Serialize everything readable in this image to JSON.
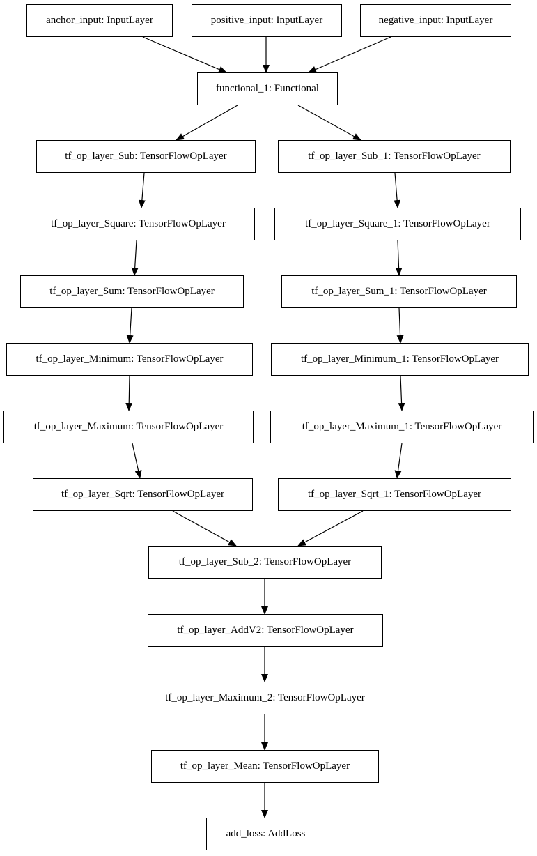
{
  "colors": {
    "background": "#ffffff",
    "stroke": "#000000",
    "text": "#000000"
  },
  "nodes": [
    {
      "id": "anchor_input",
      "label": "anchor_input: InputLayer"
    },
    {
      "id": "positive_input",
      "label": "positive_input: InputLayer"
    },
    {
      "id": "negative_input",
      "label": "negative_input: InputLayer"
    },
    {
      "id": "functional_1",
      "label": "functional_1: Functional"
    },
    {
      "id": "sub",
      "label": "tf_op_layer_Sub: TensorFlowOpLayer"
    },
    {
      "id": "sub_1",
      "label": "tf_op_layer_Sub_1: TensorFlowOpLayer"
    },
    {
      "id": "square",
      "label": "tf_op_layer_Square: TensorFlowOpLayer"
    },
    {
      "id": "square_1",
      "label": "tf_op_layer_Square_1: TensorFlowOpLayer"
    },
    {
      "id": "sum",
      "label": "tf_op_layer_Sum: TensorFlowOpLayer"
    },
    {
      "id": "sum_1",
      "label": "tf_op_layer_Sum_1: TensorFlowOpLayer"
    },
    {
      "id": "minimum",
      "label": "tf_op_layer_Minimum: TensorFlowOpLayer"
    },
    {
      "id": "minimum_1",
      "label": "tf_op_layer_Minimum_1: TensorFlowOpLayer"
    },
    {
      "id": "maximum",
      "label": "tf_op_layer_Maximum: TensorFlowOpLayer"
    },
    {
      "id": "maximum_1",
      "label": "tf_op_layer_Maximum_1: TensorFlowOpLayer"
    },
    {
      "id": "sqrt",
      "label": "tf_op_layer_Sqrt: TensorFlowOpLayer"
    },
    {
      "id": "sqrt_1",
      "label": "tf_op_layer_Sqrt_1: TensorFlowOpLayer"
    },
    {
      "id": "sub_2",
      "label": "tf_op_layer_Sub_2: TensorFlowOpLayer"
    },
    {
      "id": "addv2",
      "label": "tf_op_layer_AddV2: TensorFlowOpLayer"
    },
    {
      "id": "maximum_2",
      "label": "tf_op_layer_Maximum_2: TensorFlowOpLayer"
    },
    {
      "id": "mean",
      "label": "tf_op_layer_Mean: TensorFlowOpLayer"
    },
    {
      "id": "add_loss",
      "label": "add_loss: AddLoss"
    }
  ],
  "edges": [
    {
      "from": "anchor_input",
      "to": "functional_1"
    },
    {
      "from": "positive_input",
      "to": "functional_1"
    },
    {
      "from": "negative_input",
      "to": "functional_1"
    },
    {
      "from": "functional_1",
      "to": "sub"
    },
    {
      "from": "functional_1",
      "to": "sub_1"
    },
    {
      "from": "sub",
      "to": "square"
    },
    {
      "from": "sub_1",
      "to": "square_1"
    },
    {
      "from": "square",
      "to": "sum"
    },
    {
      "from": "square_1",
      "to": "sum_1"
    },
    {
      "from": "sum",
      "to": "minimum"
    },
    {
      "from": "sum_1",
      "to": "minimum_1"
    },
    {
      "from": "minimum",
      "to": "maximum"
    },
    {
      "from": "minimum_1",
      "to": "maximum_1"
    },
    {
      "from": "maximum",
      "to": "sqrt"
    },
    {
      "from": "maximum_1",
      "to": "sqrt_1"
    },
    {
      "from": "sqrt",
      "to": "sub_2"
    },
    {
      "from": "sqrt_1",
      "to": "sub_2"
    },
    {
      "from": "sub_2",
      "to": "addv2"
    },
    {
      "from": "addv2",
      "to": "maximum_2"
    },
    {
      "from": "maximum_2",
      "to": "mean"
    },
    {
      "from": "mean",
      "to": "add_loss"
    }
  ]
}
